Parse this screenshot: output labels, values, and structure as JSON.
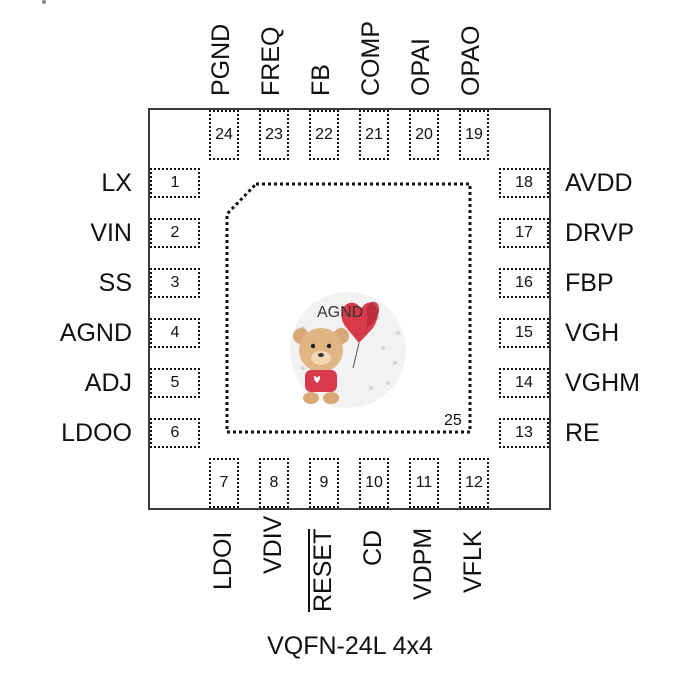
{
  "package": "VQFN-24L 4x4",
  "exposed_pad": "25",
  "sticker_text": "AGND",
  "pins_left": [
    {
      "num": "1",
      "name": "LX"
    },
    {
      "num": "2",
      "name": "VIN"
    },
    {
      "num": "3",
      "name": "SS"
    },
    {
      "num": "4",
      "name": "AGND"
    },
    {
      "num": "5",
      "name": "ADJ"
    },
    {
      "num": "6",
      "name": "LDOO"
    }
  ],
  "pins_bottom": [
    {
      "num": "7",
      "name": "LDOI"
    },
    {
      "num": "8",
      "name": "VDIV"
    },
    {
      "num": "9",
      "name": "RESET"
    },
    {
      "num": "10",
      "name": "CD"
    },
    {
      "num": "11",
      "name": "VDPM"
    },
    {
      "num": "12",
      "name": "VFLK"
    }
  ],
  "pins_right": [
    {
      "num": "13",
      "name": "RE"
    },
    {
      "num": "14",
      "name": "VGHM"
    },
    {
      "num": "15",
      "name": "VGH"
    },
    {
      "num": "16",
      "name": "FBP"
    },
    {
      "num": "17",
      "name": "DRVP"
    },
    {
      "num": "18",
      "name": "AVDD"
    }
  ],
  "pins_top": [
    {
      "num": "19",
      "name": "OPAO"
    },
    {
      "num": "20",
      "name": "OPAI"
    },
    {
      "num": "21",
      "name": "COMP"
    },
    {
      "num": "22",
      "name": "FB"
    },
    {
      "num": "23",
      "name": "FREQ"
    },
    {
      "num": "24",
      "name": "PGND"
    }
  ],
  "colors": {
    "outline": "#3a3a3a",
    "pin": "#111111",
    "balloon": "#d83a4a",
    "bear": "#d9a877"
  }
}
